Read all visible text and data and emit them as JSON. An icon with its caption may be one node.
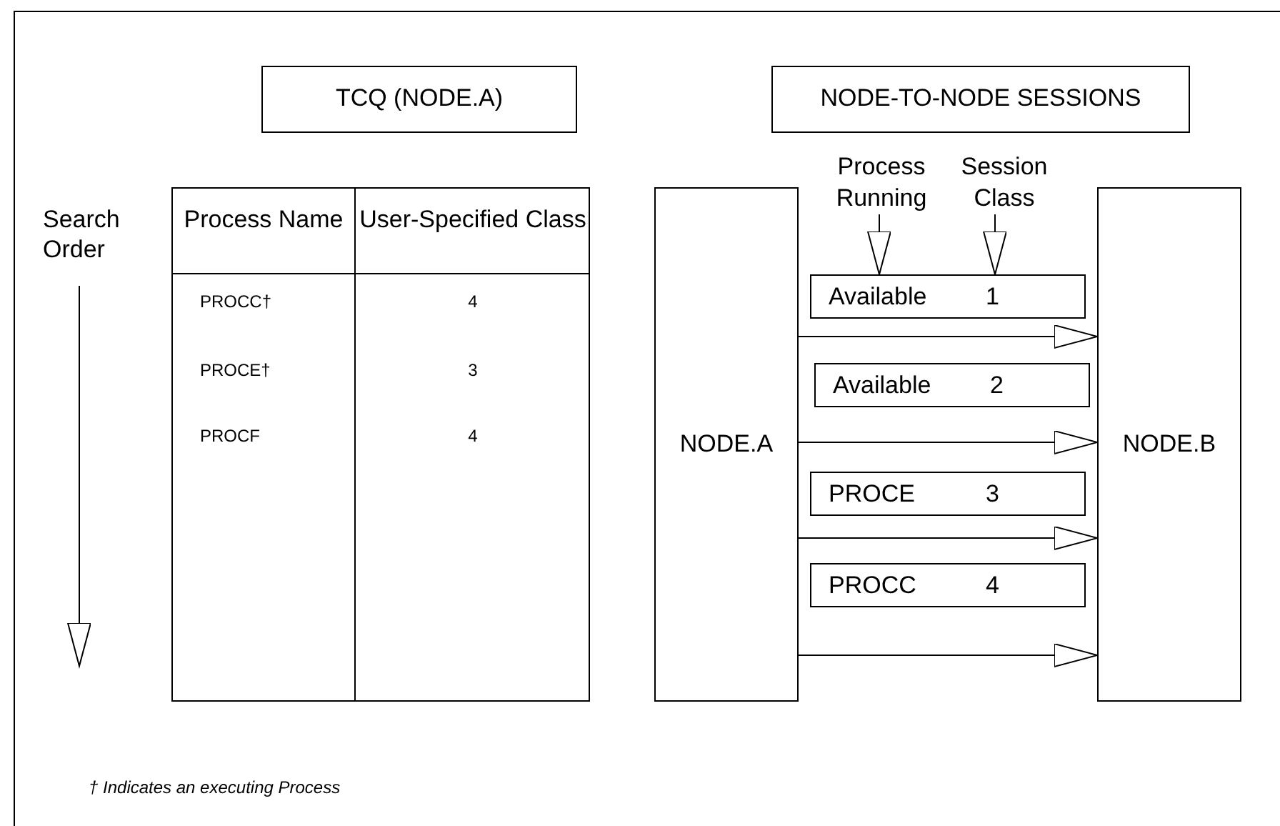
{
  "diagram": {
    "nodes": [
      {
        "text": [
          "TCQ (NODE.A)"
        ]
      },
      {
        "text": [
          "NODE-TO-NODE SESSIONS"
        ]
      },
      {
        "text": [
          "Process Running"
        ]
      },
      {
        "text": [
          "Session Class"
        ]
      },
      {
        "text": [
          "NODE.A"
        ]
      },
      {
        "text": [
          "Available",
          "1"
        ]
      },
      {
        "text": [
          "Available",
          "2"
        ]
      },
      {
        "text": [
          "PROCE",
          "3"
        ]
      },
      {
        "text": [
          "PROCC",
          "4"
        ]
      },
      {
        "text": [
          "NODE.B"
        ]
      }
    ],
    "edges": [
      {
        "from": 2,
        "to": 5,
        "arrow": "to"
      },
      {
        "from": 3,
        "to": 5,
        "arrow": "to"
      },
      {
        "from": 4,
        "to": 9,
        "arrow": "to"
      },
      {
        "from": 4,
        "to": 9,
        "arrow": "to"
      },
      {
        "from": 4,
        "to": 9,
        "arrow": "to"
      },
      {
        "from": 4,
        "to": 9,
        "arrow": "to"
      }
    ],
    "labels": [
      "Search Order",
      "Process Name",
      "User-Specified Class",
      "PROCC†",
      "4",
      "PROCE†",
      "3",
      "PROCF",
      "4",
      "† Indicates an executing Process"
    ]
  }
}
